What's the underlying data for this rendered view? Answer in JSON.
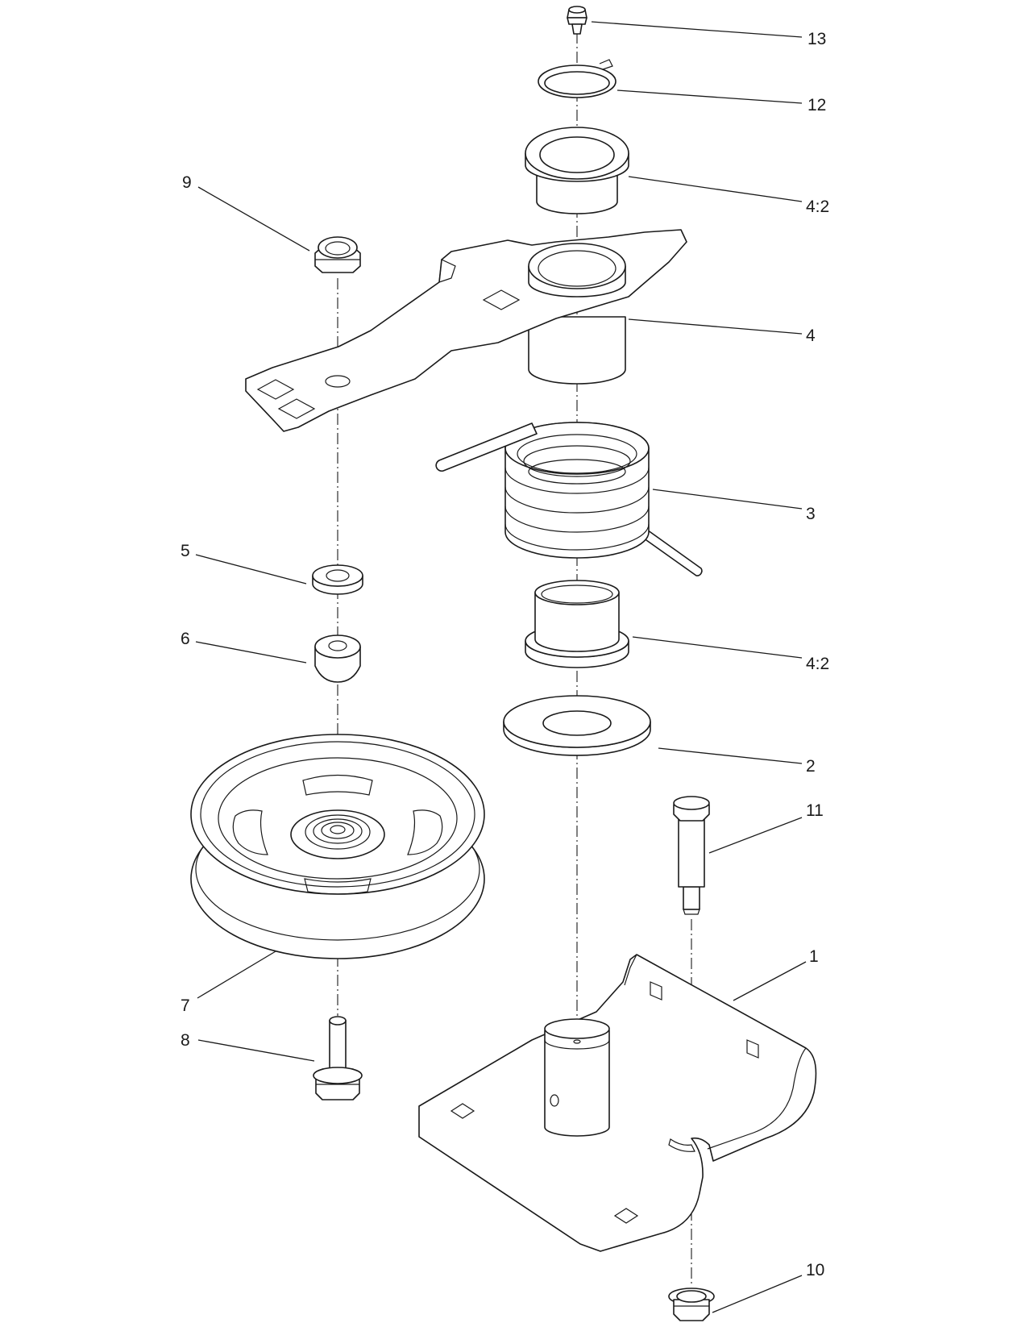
{
  "callouts": {
    "c13": "13",
    "c12": "12",
    "c4_2_top": "4:2",
    "c9": "9",
    "c4": "4",
    "c3": "3",
    "c5": "5",
    "c6": "6",
    "c4_2_bottom": "4:2",
    "c2": "2",
    "c11": "11",
    "c1": "1",
    "c7": "7",
    "c8": "8",
    "c10": "10"
  }
}
